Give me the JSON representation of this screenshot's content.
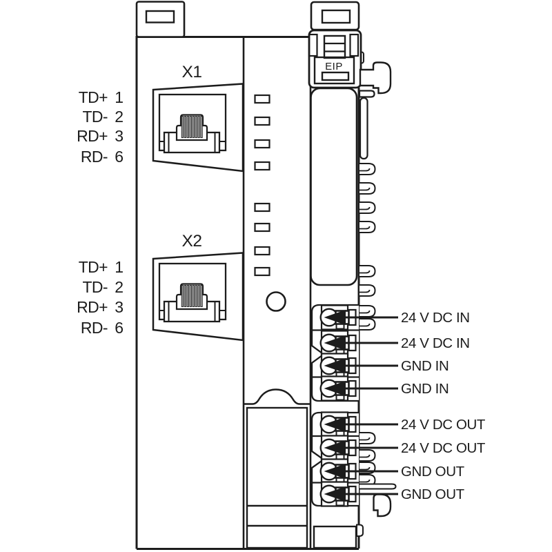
{
  "ports": {
    "x1": {
      "label": "X1",
      "pins": [
        {
          "signal": "TD+",
          "number": "1"
        },
        {
          "signal": "TD-",
          "number": "2"
        },
        {
          "signal": "RD+",
          "number": "3"
        },
        {
          "signal": "RD-",
          "number": "6"
        }
      ]
    },
    "x2": {
      "label": "X2",
      "pins": [
        {
          "signal": "TD+",
          "number": "1"
        },
        {
          "signal": "TD-",
          "number": "2"
        },
        {
          "signal": "RD+",
          "number": "3"
        },
        {
          "signal": "RD-",
          "number": "6"
        }
      ]
    }
  },
  "module": {
    "marking": "EIP"
  },
  "power": {
    "in": [
      "24 V DC IN",
      "24 V DC IN",
      "GND IN",
      "GND IN"
    ],
    "out": [
      "24 V DC OUT",
      "24 V DC OUT",
      "GND OUT",
      "GND OUT"
    ]
  },
  "colors": {
    "line": "#1c1c1c",
    "background": "#ffffff",
    "pin_shading": "#a8a8a8"
  }
}
